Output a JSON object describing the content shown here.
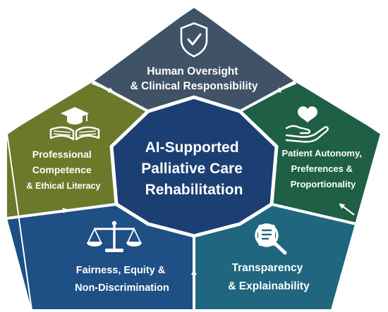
{
  "center": {
    "lines": [
      "AI-Supported",
      "Palliative Care",
      "Rehabilitation"
    ]
  },
  "segments": [
    {
      "id": "oversight",
      "icon": "shield-check-icon",
      "lines": [
        "Human Oversight",
        "& Clinical Responsibility"
      ],
      "color": "#3f5266"
    },
    {
      "id": "autonomy",
      "icon": "hand-heart-icon",
      "lines": [
        "Patient Autonomy,",
        "Preferences &",
        "Proportionality"
      ],
      "color": "#1f5f45"
    },
    {
      "id": "transparency",
      "icon": "document-magnifier-icon",
      "lines": [
        "Transparency",
        "& Explainability"
      ],
      "color": "#1f667e"
    },
    {
      "id": "fairness",
      "icon": "scales-icon",
      "lines": [
        "Fairness, Equity &",
        "Non-Discrimination"
      ],
      "color": "#1e4f85"
    },
    {
      "id": "competence",
      "icon": "graduation-book-icon",
      "lines": [
        "Professional",
        "Competence",
        "& Ethical Literacy"
      ],
      "color": "#6a7a2a"
    }
  ],
  "colors": {
    "center_fill": "#1c3f73",
    "center_border": "#ffffff",
    "divider": "#ffffff"
  }
}
